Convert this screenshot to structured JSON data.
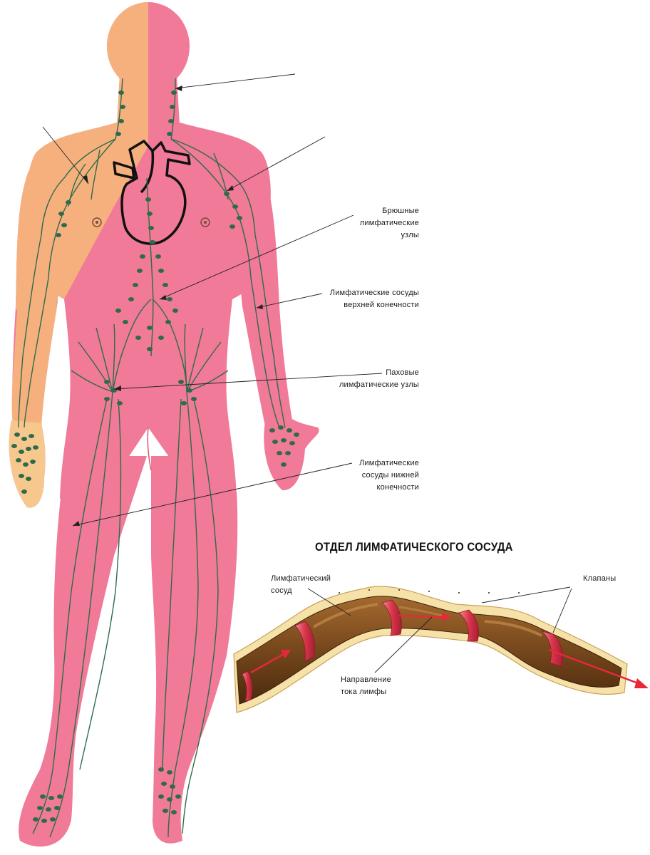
{
  "labels": {
    "abdominal_nodes": "Брюшные\nлимфатические\nузлы",
    "upper_limb_vessels": "Лимфатические сосуды\nверхней конечности",
    "inguinal_nodes": "Паховые\nлимфатические узлы",
    "lower_limb_vessels": "Лимфатические\nсосуды нижней\nконечности"
  },
  "section": {
    "title": "ОТДЕЛ ЛИМФАТИЧЕСКОГО СОСУДА",
    "vessel_label": "Лимфатический\nсосуд",
    "valves_label": "Клапаны",
    "flow_label": "Направление\nтока лимфы"
  },
  "colors": {
    "skin_pink": "#f07a98",
    "skin_orange": "#f5b07e",
    "lymph_green": "#2f6b4a",
    "vessel_brown": "#7a4a1e",
    "valve_red": "#d9364a",
    "arrow_red": "#e8283a"
  }
}
